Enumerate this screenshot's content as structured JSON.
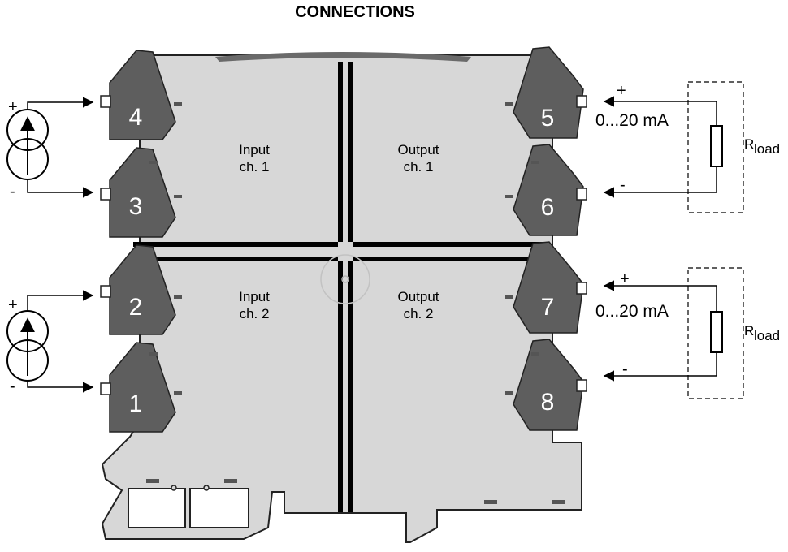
{
  "title": "CONNECTIONS",
  "regions": {
    "input_ch1": {
      "line1": "Input",
      "line2": "ch. 1"
    },
    "output_ch1": {
      "line1": "Output",
      "line2": "ch. 1"
    },
    "input_ch2": {
      "line1": "Input",
      "line2": "ch. 2"
    },
    "output_ch2": {
      "line1": "Output",
      "line2": "ch. 2"
    }
  },
  "terminals": {
    "t1": "1",
    "t2": "2",
    "t3": "3",
    "t4": "4",
    "t5": "5",
    "t6": "6",
    "t7": "7",
    "t8": "8"
  },
  "outputs": {
    "ch1": {
      "range": "0...20 mA",
      "plus": "+",
      "minus": "-",
      "load_main": "R",
      "load_sub": "load"
    },
    "ch2": {
      "range": "0...20 mA",
      "plus": "+",
      "minus": "-",
      "load_main": "R",
      "load_sub": "load"
    }
  },
  "sources": {
    "ch1": {
      "plus": "+",
      "minus": "-"
    },
    "ch2": {
      "plus": "+",
      "minus": "-"
    }
  },
  "colors": {
    "housing": "#d7d7d7",
    "terminal": "#5e5e5e",
    "outline": "#222222",
    "divider": "#000000"
  }
}
